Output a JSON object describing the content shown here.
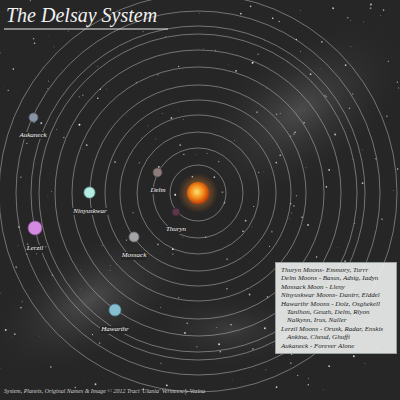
{
  "diagram": {
    "title": "The Delsay System",
    "caption": "System, Planets, Original Names & Image © 2012 Traci 'Ulania' Vermeesch-Vezina",
    "nodes": [
      {
        "text": [
          "Aukaneck"
        ]
      },
      {
        "text": [
          "Delm"
        ]
      },
      {
        "text": [
          "Ninyuskwar"
        ]
      },
      {
        "text": [
          "Thuryn"
        ]
      },
      {
        "text": [
          "Lerzil"
        ]
      },
      {
        "text": [
          "Mossack"
        ]
      },
      {
        "text": [
          "Thuryn Moons- Emmory, Turrr",
          "Delm Moons - Basus, Adsig, Iadyn",
          "Mossack Moon - Lleny",
          "Ninyuskwar Moons- Danirr, Elddel",
          "Hawarthr Moons - Dolz, Osghekell Tanlhon, Geuzh, Delm, Rlyon Nalkynn, Irus, Naller",
          "Lerzil Moons - Orusk, Radar, Enskis Ankina, Cheud, Ghuffi",
          "Aukaneck - Forever Alone"
        ]
      },
      {
        "text": [
          "Hawarthr"
        ]
      }
    ]
  }
}
